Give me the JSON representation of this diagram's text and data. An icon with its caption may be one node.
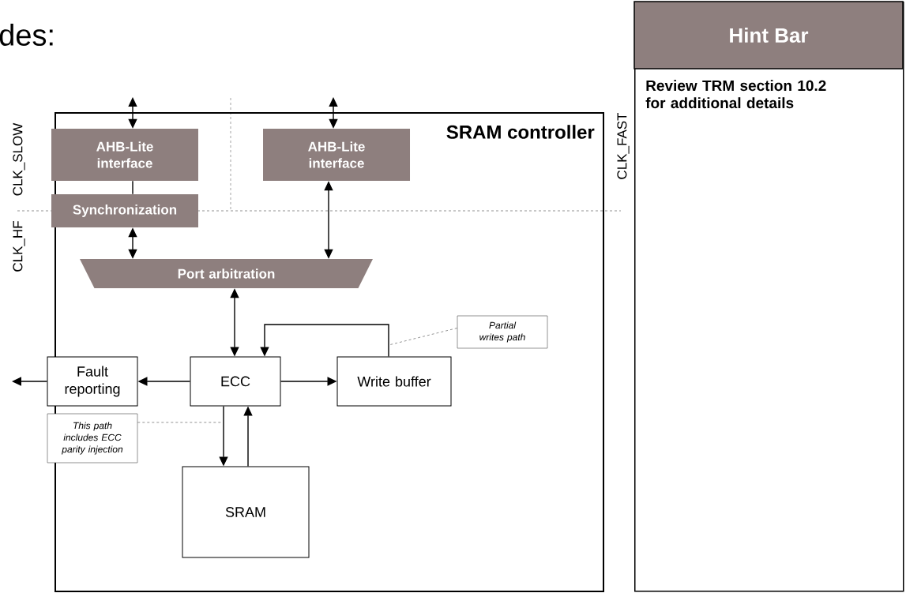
{
  "diagram": {
    "nodes": [
      {
        "text": [
          "SRAM controller"
        ]
      },
      {
        "text": [
          "AHB-Lite interface"
        ],
        "in": 0
      },
      {
        "text": [
          "AHB-Lite interface"
        ],
        "in": 0
      },
      {
        "text": [
          "Synchronization"
        ],
        "in": 0
      },
      {
        "text": [
          "Port arbitration"
        ],
        "in": 0
      },
      {
        "text": [
          "Fault reporting"
        ],
        "in": 0
      },
      {
        "text": [
          "ECC"
        ],
        "in": 0
      },
      {
        "text": [
          "Write buffer"
        ],
        "in": 0
      },
      {
        "text": [
          "SRAM"
        ],
        "in": 0
      },
      {
        "text": [
          "This path includes ECC parity injection"
        ],
        "in": 0
      },
      {
        "text": [
          "Partial writes path"
        ],
        "in": 0
      },
      {
        "text": [
          "Hint Bar",
          "Review TRM section 10.2 for additional details"
        ]
      }
    ],
    "edges": [
      {
        "from": null,
        "to": 1,
        "arrow": "both"
      },
      {
        "from": null,
        "to": 2,
        "arrow": "both"
      },
      {
        "from": 1,
        "to": 3,
        "arrow": "none"
      },
      {
        "from": 3,
        "to": 4,
        "arrow": "both"
      },
      {
        "from": 2,
        "to": 4,
        "arrow": "both"
      },
      {
        "from": 4,
        "to": 6,
        "arrow": "both"
      },
      {
        "from": 6,
        "to": 5,
        "arrow": "to"
      },
      {
        "from": 5,
        "to": null,
        "arrow": "to"
      },
      {
        "from": 6,
        "to": 7,
        "arrow": "to"
      },
      {
        "from": 7,
        "to": 6,
        "arrow": "to"
      },
      {
        "from": 6,
        "to": 8,
        "arrow": "to"
      },
      {
        "from": 8,
        "to": 6,
        "arrow": "to"
      },
      {
        "from": 9,
        "to": null,
        "arrow": "none",
        "style": "dashed"
      },
      {
        "from": 10,
        "to": null,
        "arrow": "none",
        "style": "dashed"
      }
    ],
    "labels": [
      "des:",
      "CLK_SLOW",
      "CLK_HF",
      "CLK_FAST"
    ]
  }
}
